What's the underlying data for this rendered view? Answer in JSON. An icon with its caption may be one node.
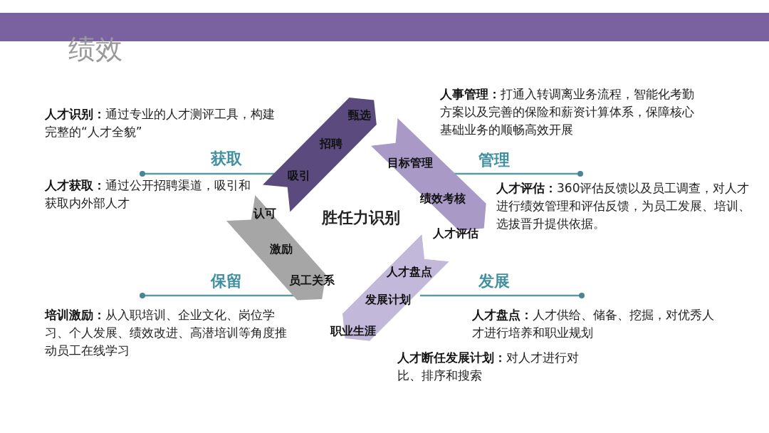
{
  "diagram": {
    "title": "绩效",
    "nodes": [
      {
        "text": [
          "甄选",
          "招聘",
          "吸引"
        ]
      },
      {
        "text": [
          "目标管理",
          "绩效考核",
          "人才评估"
        ]
      },
      {
        "text": [
          "认可",
          "激励",
          "员工关系"
        ]
      },
      {
        "text": [
          "人才盘点",
          "发展计划",
          "职业生涯"
        ]
      }
    ],
    "labels": [
      "**人事管理：**打通入转调离业务流程，智能化考勤方案以及完善的保险和薪资计算体系，保障核心基础业务的顺畅高效开展",
      "**人才识别：**通过专业的人才测评工具，构建完整的“人才全貌”",
      "获取",
      "管理",
      "**人才获取：**通过公开招聘渠道，吸引和获取内外部人才",
      "**人才评估：**360评估反馈以及员工调查，对人才进行绩效管理和评估反馈，为员工发展、培训、选拔晋升提供依据。",
      "胜任力识别",
      "保留",
      "发展",
      "**培训激励：**从入职培训、企业文化、岗位学习、个人发展、绩效改进、高潜培训等角度推动员工在线学习",
      "**人才盘点：**人才供给、储备、挖掘，对优秀人才进行培养和职业规划",
      "**人才断任发展计划：**对人才进行对比、排序和搜索"
    ]
  }
}
